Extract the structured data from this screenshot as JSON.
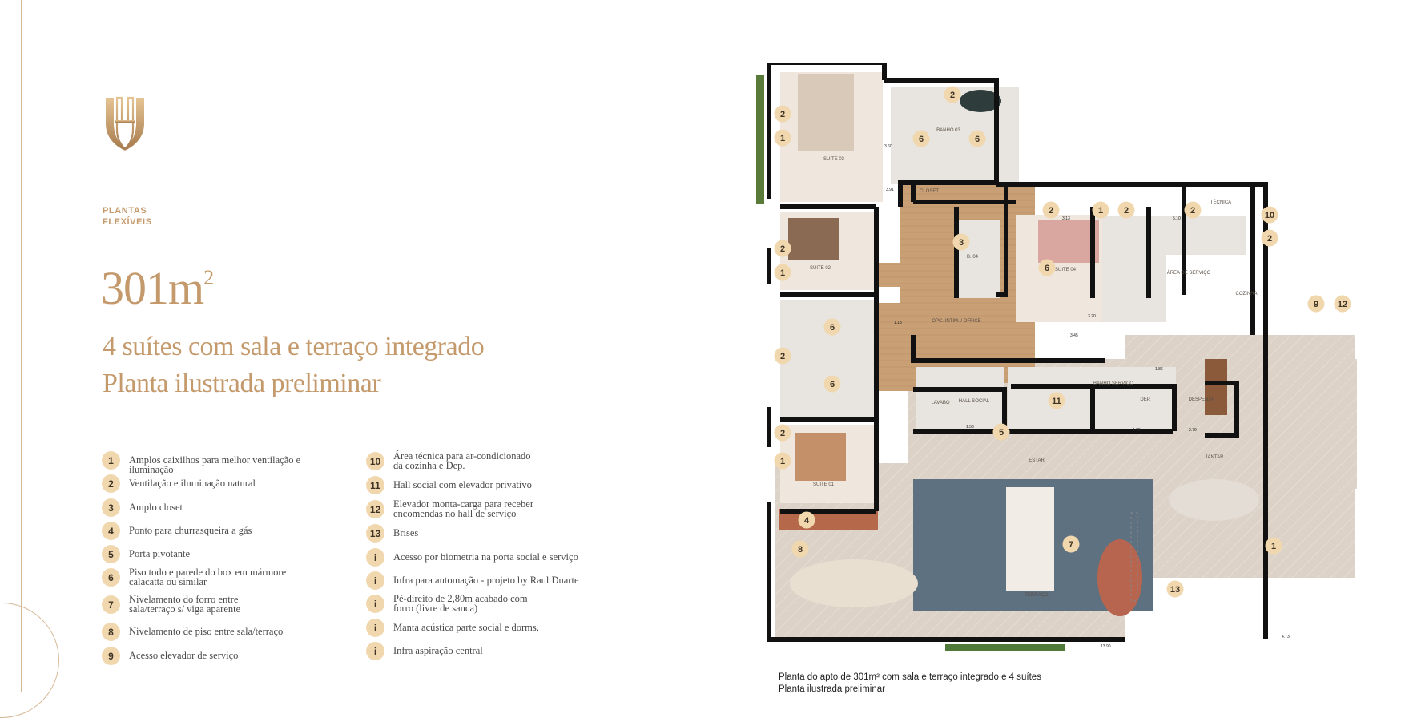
{
  "header": {
    "kicker": "PLANTAS\nFLEXÍVEIS",
    "area": "301m",
    "area_sup": "2",
    "subtitle_line1": "4 suítes com sala e terraço integrado",
    "subtitle_line2": "Planta ilustrada preliminar"
  },
  "legend_left": [
    {
      "badge": "1",
      "text": "Amplos caixilhos para melhor ventilação e iluminação"
    },
    {
      "badge": "2",
      "text": "Ventilação e iluminação natural"
    },
    {
      "badge": "3",
      "text": "Amplo closet"
    },
    {
      "badge": "4",
      "text": "Ponto para churrasqueira a gás"
    },
    {
      "badge": "5",
      "text": "Porta pivotante"
    },
    {
      "badge": "6",
      "text": "Piso todo e parede do box em mármore\ncalacatta ou similar"
    },
    {
      "badge": "7",
      "text": "Nivelamento do forro entre\nsala/terraço s/ viga aparente"
    },
    {
      "badge": "8",
      "text": "Nivelamento de piso entre sala/terraço"
    },
    {
      "badge": "9",
      "text": "Acesso elevador de serviço"
    }
  ],
  "legend_right": [
    {
      "badge": "10",
      "text": "Área técnica para ar-condicionado\nda cozinha e Dep."
    },
    {
      "badge": "11",
      "text": "Hall social com elevador privativo"
    },
    {
      "badge": "12",
      "text": "Elevador monta-carga para receber\nencomendas no hall de serviço"
    },
    {
      "badge": "13",
      "text": "Brises"
    },
    {
      "badge": "i",
      "text": "Acesso por biometria na porta social e serviço"
    },
    {
      "badge": "i",
      "text": "Infra para automação - projeto by Raul Duarte"
    },
    {
      "badge": "i",
      "text": "Pé-direito de 2,80m acabado com\nforro (livre de sanca)"
    },
    {
      "badge": "i",
      "text": "Manta acústica parte social e dorms,"
    },
    {
      "badge": "i",
      "text": "Infra aspiração central"
    }
  ],
  "plan": {
    "rooms": {
      "suite03": "SUITE 03",
      "banho03": "BANHO 03",
      "closet": "CLOSET",
      "suite02": "SUITE 02",
      "opc": "OPC. INTIM. / OFFICE",
      "suite04": "SUITE 04",
      "banho04": "B. 04",
      "servico": "ÁREA DE\nSERVIÇO",
      "tecnica": "TÉCNICA",
      "cozinha": "COZINHA",
      "lavabo": "LAVABO",
      "hall": "HALL\nSOCIAL",
      "banho_serv": "BANHO\nSERVIÇO",
      "dep": "DEP.",
      "despensa": "DESPENSA",
      "suite01": "SUITE 01",
      "estar": "ESTAR",
      "jantar": "JANTAR",
      "terraco": "TERRAÇO"
    },
    "dims": {
      "d1": "3.91",
      "d2": "3.60",
      "d3": "3.45",
      "d4": "1.13",
      "d5": "4.73",
      "d6": "13.90",
      "d7": "1.25",
      "d8": "2.79",
      "d9": "3.20",
      "d10": "1.56",
      "d11": "1.86",
      "d12": "5.10",
      "d13": "3.13"
    },
    "markers": [
      {
        "n": "2"
      },
      {
        "n": "2"
      },
      {
        "n": "1"
      },
      {
        "n": "6"
      },
      {
        "n": "6"
      },
      {
        "n": "3"
      },
      {
        "n": "2"
      },
      {
        "n": "1"
      },
      {
        "n": "2"
      },
      {
        "n": "1"
      },
      {
        "n": "2"
      },
      {
        "n": "2"
      },
      {
        "n": "10"
      },
      {
        "n": "2"
      },
      {
        "n": "6"
      },
      {
        "n": "9"
      },
      {
        "n": "12"
      },
      {
        "n": "6"
      },
      {
        "n": "2"
      },
      {
        "n": "6"
      },
      {
        "n": "11"
      },
      {
        "n": "5"
      },
      {
        "n": "2"
      },
      {
        "n": "1"
      },
      {
        "n": "4"
      },
      {
        "n": "8"
      },
      {
        "n": "7"
      },
      {
        "n": "1"
      },
      {
        "n": "13"
      }
    ]
  },
  "caption": "Planta do apto de 301m² com sala e terraço integrado e 4 suítes\nPlanta ilustrada preliminar",
  "colors": {
    "gold": "#c49a6c",
    "badge": "#f1d7ae",
    "wall": "#111111",
    "wood": "#c99f75",
    "stone": "#ddd3c9",
    "rug": "#5e7180"
  }
}
